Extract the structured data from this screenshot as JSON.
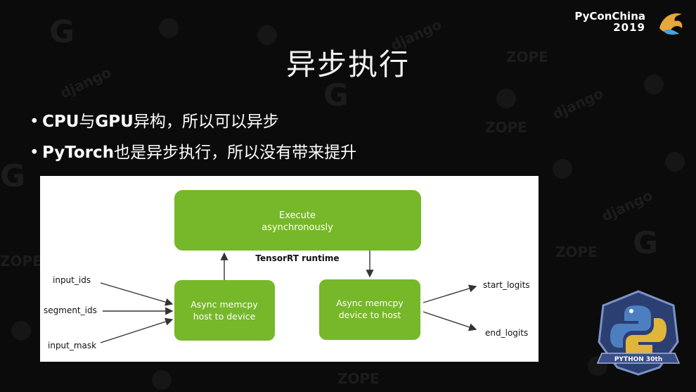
{
  "header": {
    "brand_line1": "PyConChina",
    "brand_line2": "2019"
  },
  "slide": {
    "title": "异步执行",
    "bullets": [
      {
        "strong": "CPU",
        "text": "与",
        "strong2": "GPU",
        "rest": "异构，所以可以异步"
      },
      {
        "strong": "PyTorch",
        "text": "也是异步执行，所以没有带来提升",
        "strong2": "",
        "rest": ""
      }
    ]
  },
  "diagram": {
    "execute_line1": "Execute",
    "execute_line2": "asynchronously",
    "runtime_label": "TensorRT runtime",
    "h2d_line1": "Async memcpy",
    "h2d_line2": "host to device",
    "d2h_line1": "Async memcpy",
    "d2h_line2": "device to host",
    "inputs": [
      "input_ids",
      "segment_ids",
      "input_mask"
    ],
    "outputs": [
      "start_logits",
      "end_logits"
    ],
    "box_color": "#76b82a"
  },
  "badge": {
    "text": "PYTHON 30th"
  },
  "background_words": [
    "django",
    "ZOPE",
    "G"
  ]
}
